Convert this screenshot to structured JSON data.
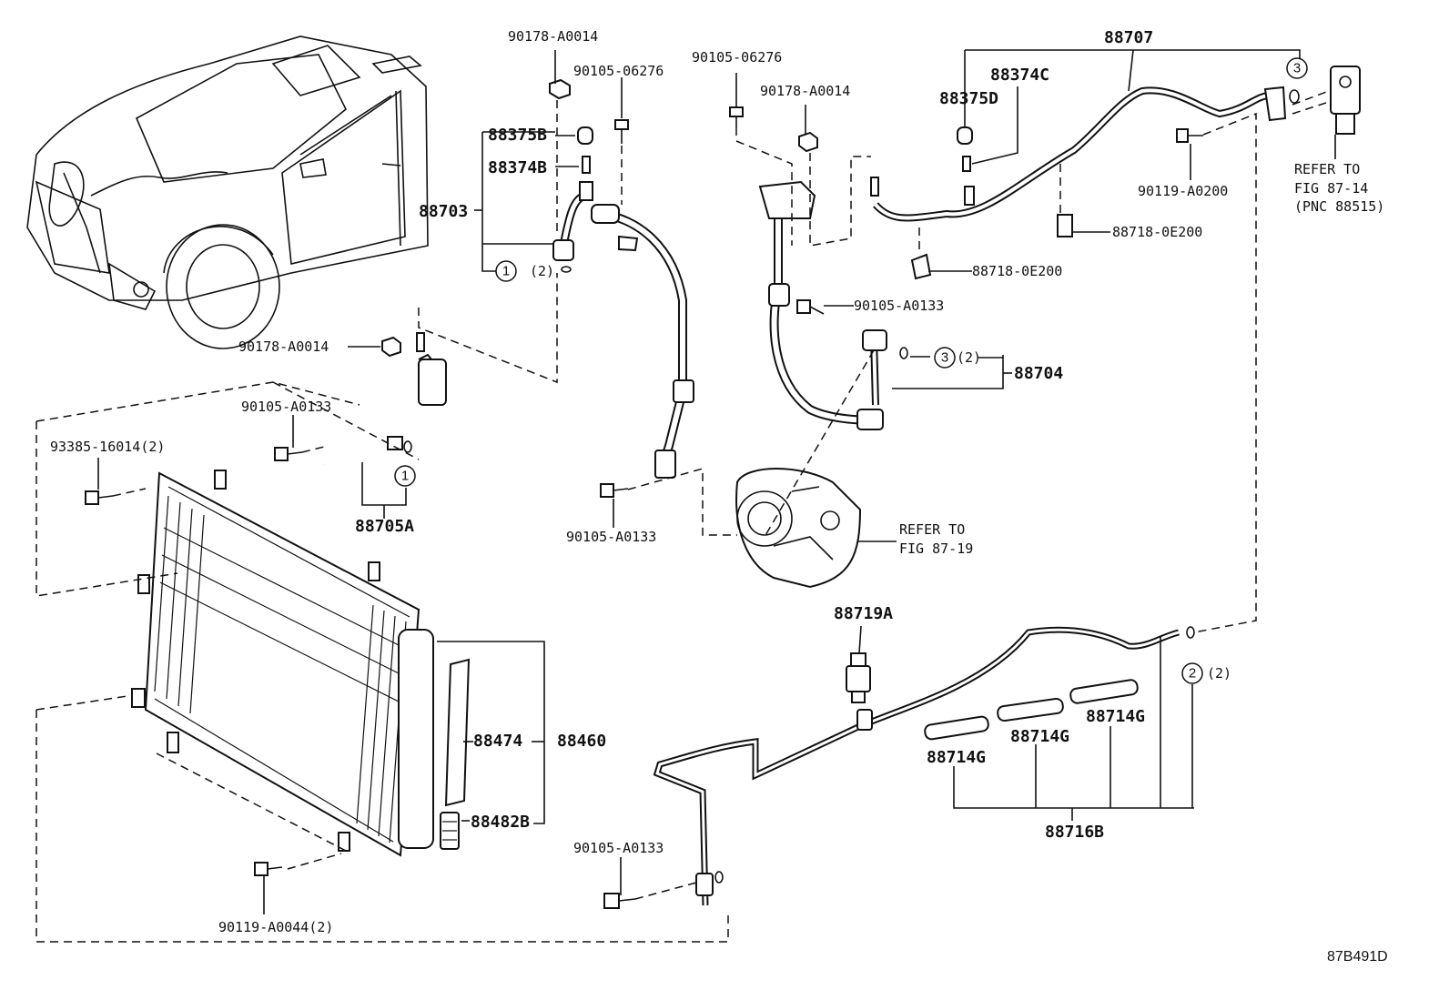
{
  "figure_id": "87B491D",
  "labels": {
    "p88707": "88707",
    "p88374C": "88374C",
    "p88375D": "88375D",
    "p90105_06276_a": "90105-06276",
    "p90178_A0014_a": "90178-A0014",
    "p90105_06276_b": "90105-06276",
    "p90178_A0014_b": "90178-A0014",
    "p88375B": "88375B",
    "p88374B": "88374B",
    "p88703": "88703",
    "p88718_0E200_a": "88718-0E200",
    "p88718_0E200_b": "88718-0E200",
    "p90119_A0200": "90119-A0200",
    "p90105_A0133_a": "90105-A0133",
    "p88704": "88704",
    "p90178_A0014_c": "90178-A0014",
    "p90105_A0133_b": "90105-A0133",
    "p93385_16014": "93385-16014(2)",
    "p88705A": "88705A",
    "p90105_A0133_c": "90105-A0133",
    "p88719A": "88719A",
    "p88474": "88474",
    "p88460": "88460",
    "p88482B": "88482B",
    "p88714G_a": "88714G",
    "p88714G_b": "88714G",
    "p88714G_c": "88714G",
    "p88716B": "88716B",
    "p90105_A0133_d": "90105-A0133",
    "p90119_A0044": "90119-A0044(2)",
    "qty2_a": "(2)",
    "qty2_b": "(2)",
    "qty2_c": "(2)"
  },
  "refs": {
    "ref_87_14_line1": "REFER TO",
    "ref_87_14_line2": "FIG 87-14",
    "ref_87_14_line3": "(PNC 88515)",
    "ref_87_19_line1": "REFER TO",
    "ref_87_19_line2": "FIG 87-19"
  },
  "callouts": {
    "c1_a": "1",
    "c1_b": "1",
    "c2": "2",
    "c3_a": "3",
    "c3_b": "3"
  }
}
